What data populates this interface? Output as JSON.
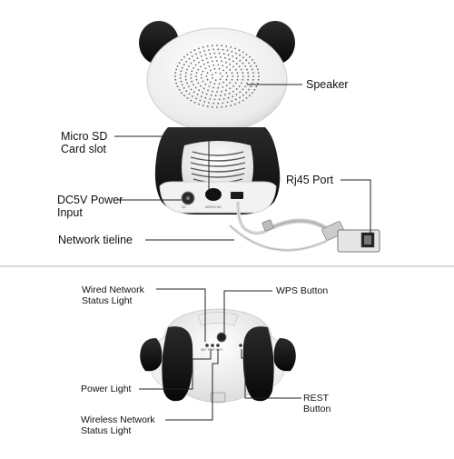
{
  "labels": {
    "speaker": "Speaker",
    "micro_sd_line1": "Micro SD",
    "micro_sd_line2": "Card slot",
    "rj45": "Rj45 Port",
    "dc5v_line1": "DC5V Power",
    "dc5v_line2": "Input",
    "network_tieline": "Network tieline",
    "wired_line1": "Wired Network",
    "wired_line2": "Status Light",
    "wps": "WPS Button",
    "power_light": "Power Light",
    "wireless_line1": "Wireless Network",
    "wireless_line2": "Status Light",
    "rest_line1": "REST",
    "rest_line2": "Button"
  },
  "colors": {
    "body_white": "#f4f4f4",
    "body_black": "#141414",
    "leader_line": "#222222",
    "divider": "#b0b0b0"
  }
}
